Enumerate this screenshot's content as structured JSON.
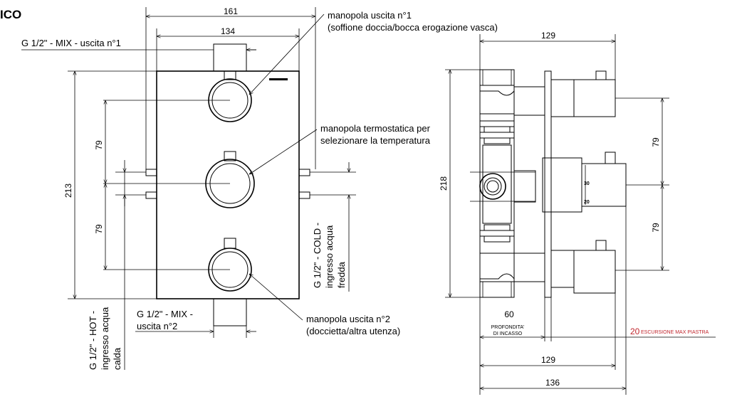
{
  "header": {
    "title_fragment": "ICO"
  },
  "front_view": {
    "dim_width_outer": "161",
    "dim_width_inner": "134",
    "dim_height": "213",
    "dim_spacing_top": "79",
    "dim_spacing_bottom": "79",
    "label_outlet1_conn": "G 1/2\" - MIX - uscita n°1",
    "label_outlet2_conn_line1": "G 1/2\" - MIX -",
    "label_outlet2_conn_line2": "uscita n°2",
    "label_hot": [
      "G 1/2\" - HOT -",
      "ingresso acqua",
      "calda"
    ],
    "label_cold": [
      "G 1/2\" - COLD -",
      "ingresso acqua",
      "fredda"
    ],
    "callout_knob1_line1": "manopola uscita n°1",
    "callout_knob1_line2": "(soffione doccia/bocca erogazione vasca)",
    "callout_thermo_line1": "manopola termostatica per",
    "callout_thermo_line2": "selezionare la temperatura",
    "callout_knob2_line1": "manopola uscita n°2",
    "callout_knob2_line2": "(doccietta/altra utenza)"
  },
  "side_view": {
    "dim_top": "129",
    "dim_height": "218",
    "dim_spacing_top": "79",
    "dim_spacing_bottom": "79",
    "dim_depth": "60",
    "depth_label_line1": "PROFONDITA'",
    "depth_label_line2": "DI INCASSO",
    "dim_escursione": "20",
    "escursione_label": "ESCURSIONE MAX PIASTRA",
    "dim_bottom_1": "129",
    "dim_bottom_2": "136",
    "scale_30": "30",
    "scale_20": "20"
  },
  "colors": {
    "line": "#000000",
    "accent_red": "#c0262d",
    "background": "#ffffff"
  }
}
